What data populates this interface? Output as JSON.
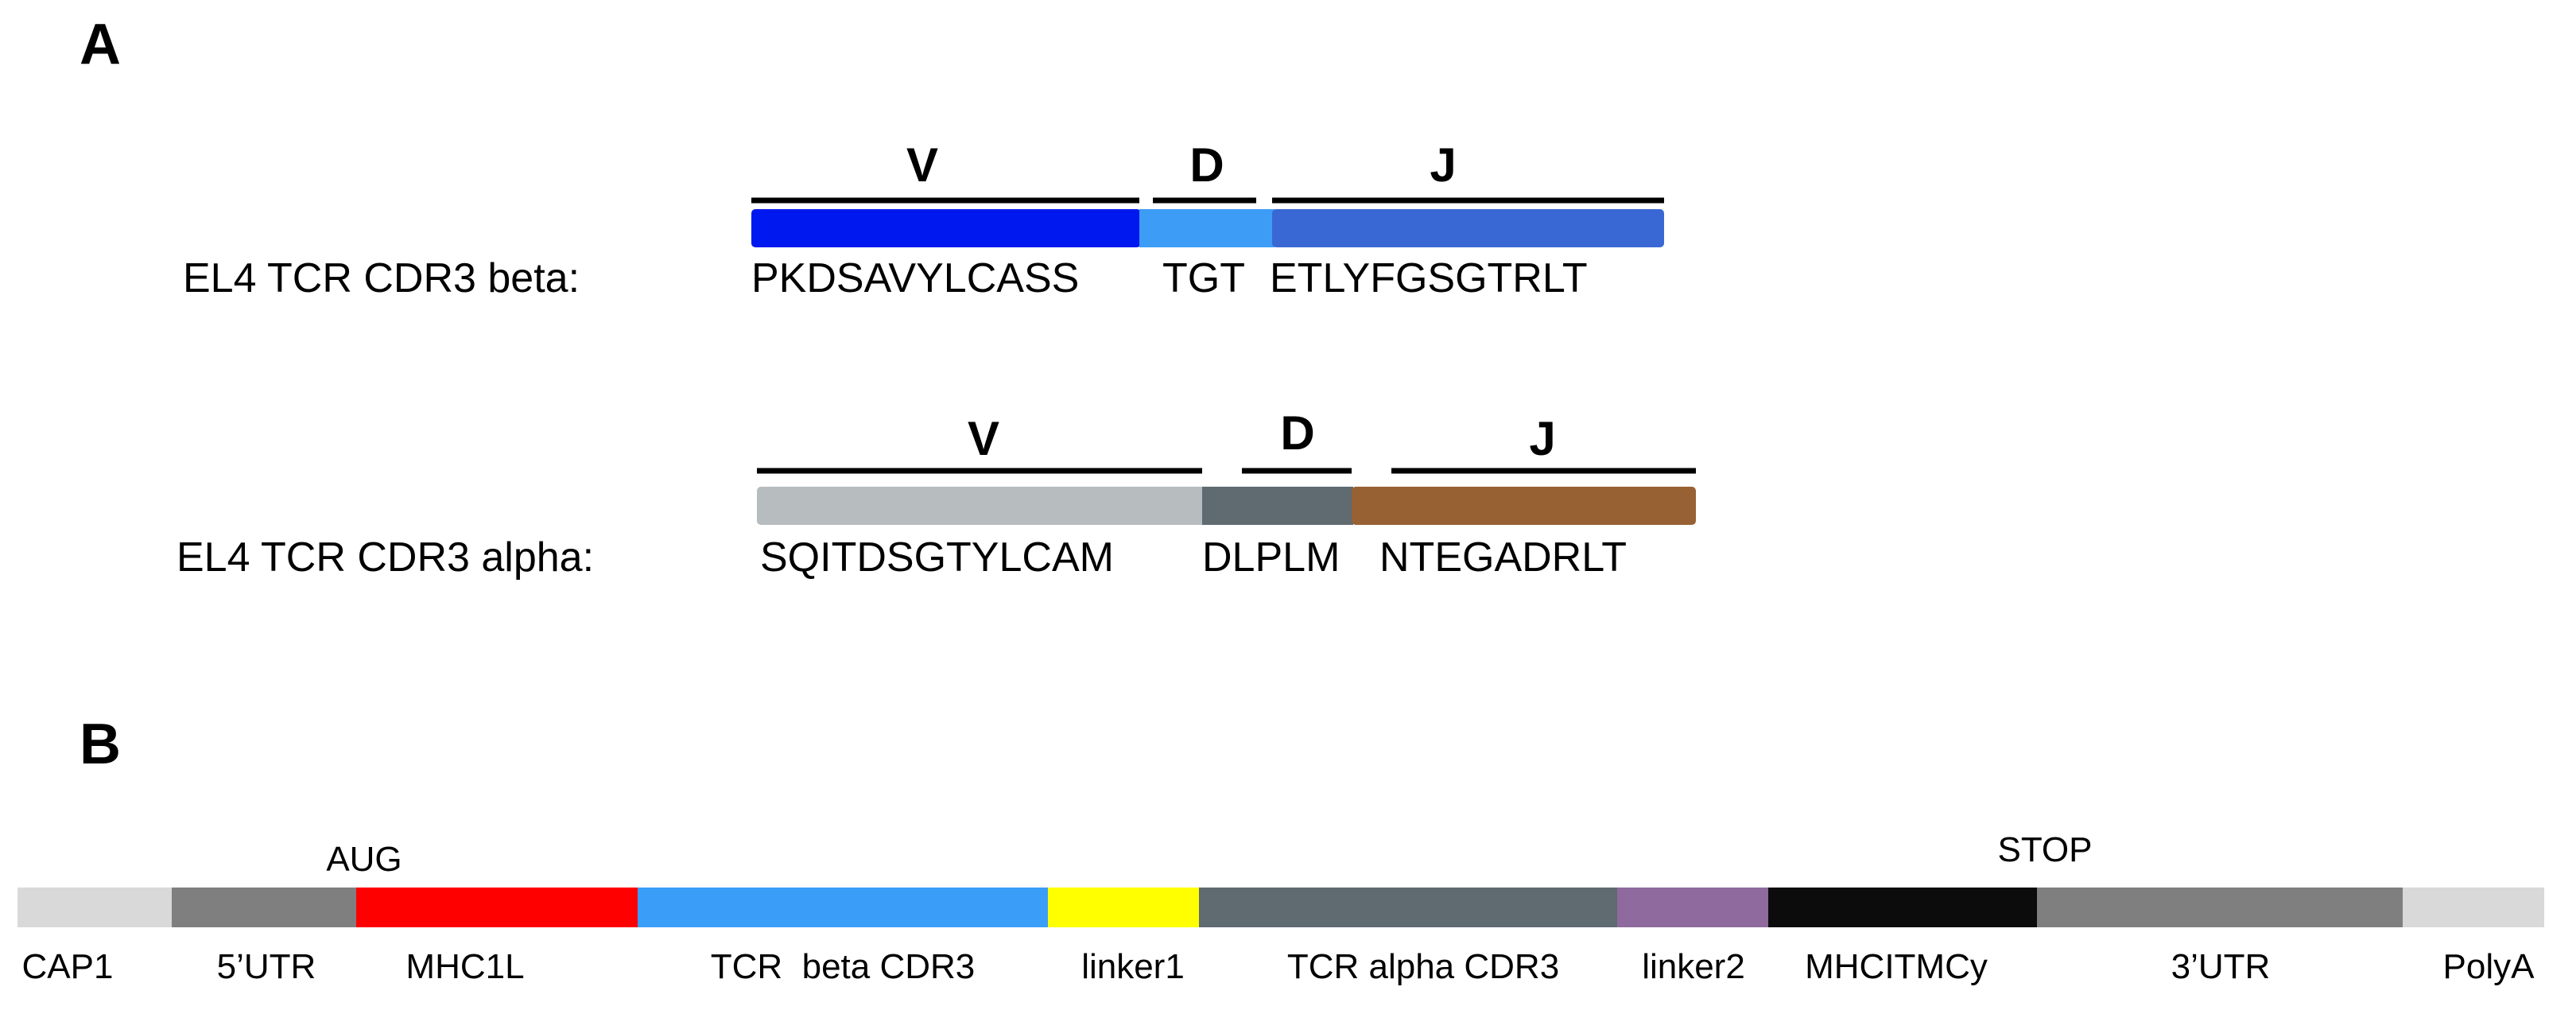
{
  "panel_a": {
    "label": "A",
    "beta": {
      "row_label": "EL4 TCR CDR3 beta:",
      "segments": [
        {
          "letter": "V",
          "seq": "PKDSAVYLCASS",
          "color": "#0018f0"
        },
        {
          "letter": "D",
          "seq": "TGT",
          "color": "#3d9cf6"
        },
        {
          "letter": "J",
          "seq": "ETLYFGSGTRLT",
          "color": "#3968d4"
        }
      ]
    },
    "alpha": {
      "row_label": "EL4 TCR CDR3 alpha:",
      "segments": [
        {
          "letter": "V",
          "seq": "SQITDSGTYLCAM",
          "color": "#b7bcbf"
        },
        {
          "letter": "D",
          "seq": "DLPLM",
          "color": "#5f6a71"
        },
        {
          "letter": "J",
          "seq": "NTEGADRLT",
          "color": "#976134"
        }
      ]
    }
  },
  "panel_b": {
    "label": "B",
    "markers": {
      "start": "AUG",
      "stop": "STOP"
    },
    "modules": [
      {
        "label": "CAP1",
        "color": "#d9d9d9"
      },
      {
        "label": "5’UTR",
        "color": "#7f7f7f"
      },
      {
        "label": "MHC1L",
        "color": "#ff0000"
      },
      {
        "label": "TCR  beta CDR3",
        "color": "#3a9df7"
      },
      {
        "label": "linker1",
        "color": "#ffff00"
      },
      {
        "label": "TCR alpha CDR3",
        "color": "#5f6a71"
      },
      {
        "label": "linker2",
        "color": "#8e6a9e"
      },
      {
        "label": "MHCITMCy",
        "color": "#0c0c0c"
      },
      {
        "label": "3’UTR",
        "color": "#7f7f7f"
      },
      {
        "label": "PolyA",
        "color": "#d9d9d9"
      }
    ]
  }
}
